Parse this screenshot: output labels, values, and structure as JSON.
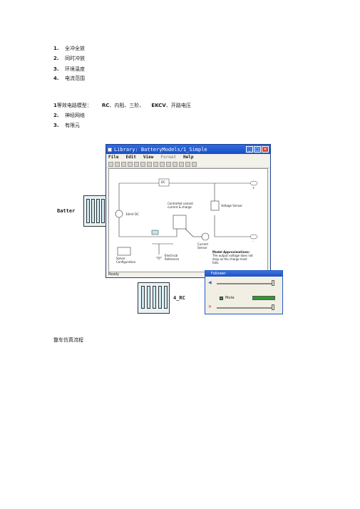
{
  "list1": [
    {
      "num": "1.",
      "text": "全冲全放"
    },
    {
      "num": "2.",
      "text": "同时冲放"
    },
    {
      "num": "3.",
      "text": "环境温度"
    },
    {
      "num": "4.",
      "text": "电流范围"
    }
  ],
  "list2": {
    "item1": {
      "num": "1",
      "pre": "等效电路模型：",
      "rc": "RC",
      "mid": "、内阻、三阶、",
      "ekv": "EKCV",
      "post": "、开路电压"
    },
    "item2": {
      "num": "2.",
      "text": "神经网络"
    },
    "item3": {
      "num": "3.",
      "text": "有限元"
    }
  },
  "window": {
    "title": "Library: BatteryModels/1_Simple",
    "menu": [
      "File",
      "Edit",
      "View",
      "Format",
      "Help"
    ],
    "status": "Ready"
  },
  "blocks": {
    "dc": "DC",
    "source": "10mV DC",
    "controlled": "Controlled variant current & charge",
    "voltage_sensor": "Voltage Sensor",
    "current_sensor": "Current Sensor",
    "solver": "Solver Configuration",
    "reference": "Electrical Reference",
    "port_plus": "+",
    "port_minus": "-",
    "approx_title": "Model Approximations:",
    "approx_body": "The output voltage does not drop as the charge level falls."
  },
  "batteries": {
    "top_label": "Batter",
    "bottom_label": "4_RC"
  },
  "follower": {
    "title": "Follower",
    "mute": "Mute"
  },
  "footer": "整车仿真流程",
  "colors": {
    "accent": "#1a4fc4",
    "close": "#d9452b",
    "green": "#2f9a2f"
  }
}
